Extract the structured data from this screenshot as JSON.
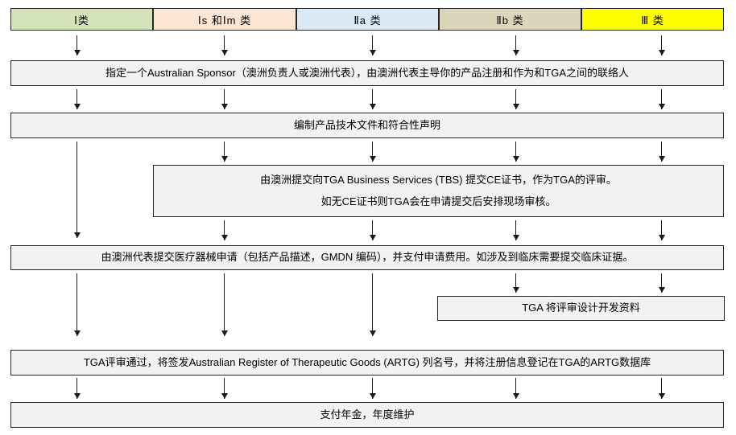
{
  "header": {
    "items": [
      {
        "label": "Ⅰ类",
        "color": "#d5e3bb"
      },
      {
        "label": "Ⅰs 和Ⅰm 类",
        "color": "#fbe5d5"
      },
      {
        "label": "Ⅱa 类",
        "color": "#dae9f6"
      },
      {
        "label": "Ⅱb 类",
        "color": "#dbd5bc"
      },
      {
        "label": "Ⅲ 类",
        "color": "#ffff00"
      }
    ]
  },
  "steps": {
    "sponsor": "指定一个Australian Sponsor（澳洲负责人或澳洲代表），由澳洲代表主导你的产品注册和作为和TGA之间的联络人",
    "tech_docs": "编制产品技术文件和符合性声明",
    "tbs_line1": "由澳洲提交向TGA Business Services (TBS) 提交CE证书，作为TGA的评审。",
    "tbs_line2": "如无CE证书则TGA会在申请提交后安排现场审核。",
    "application": "由澳洲代表提交医疗器械申请（包括产品描述，GMDN 编码），并支付申请费用。如涉及到临床需要提交临床证据。",
    "design_review": "TGA 将评审设计开发资料",
    "artg": "TGA评审通过，将签发Australian Register of Therapeutic Goods (ARTG) 列名号，并将注册信息登记在TGA的ARTG数据库",
    "annual": "支付年金，年度维护"
  },
  "colors": {
    "box_fill": "#f2f2f2",
    "border": "#262626",
    "arrow": "#1a1a1a"
  }
}
